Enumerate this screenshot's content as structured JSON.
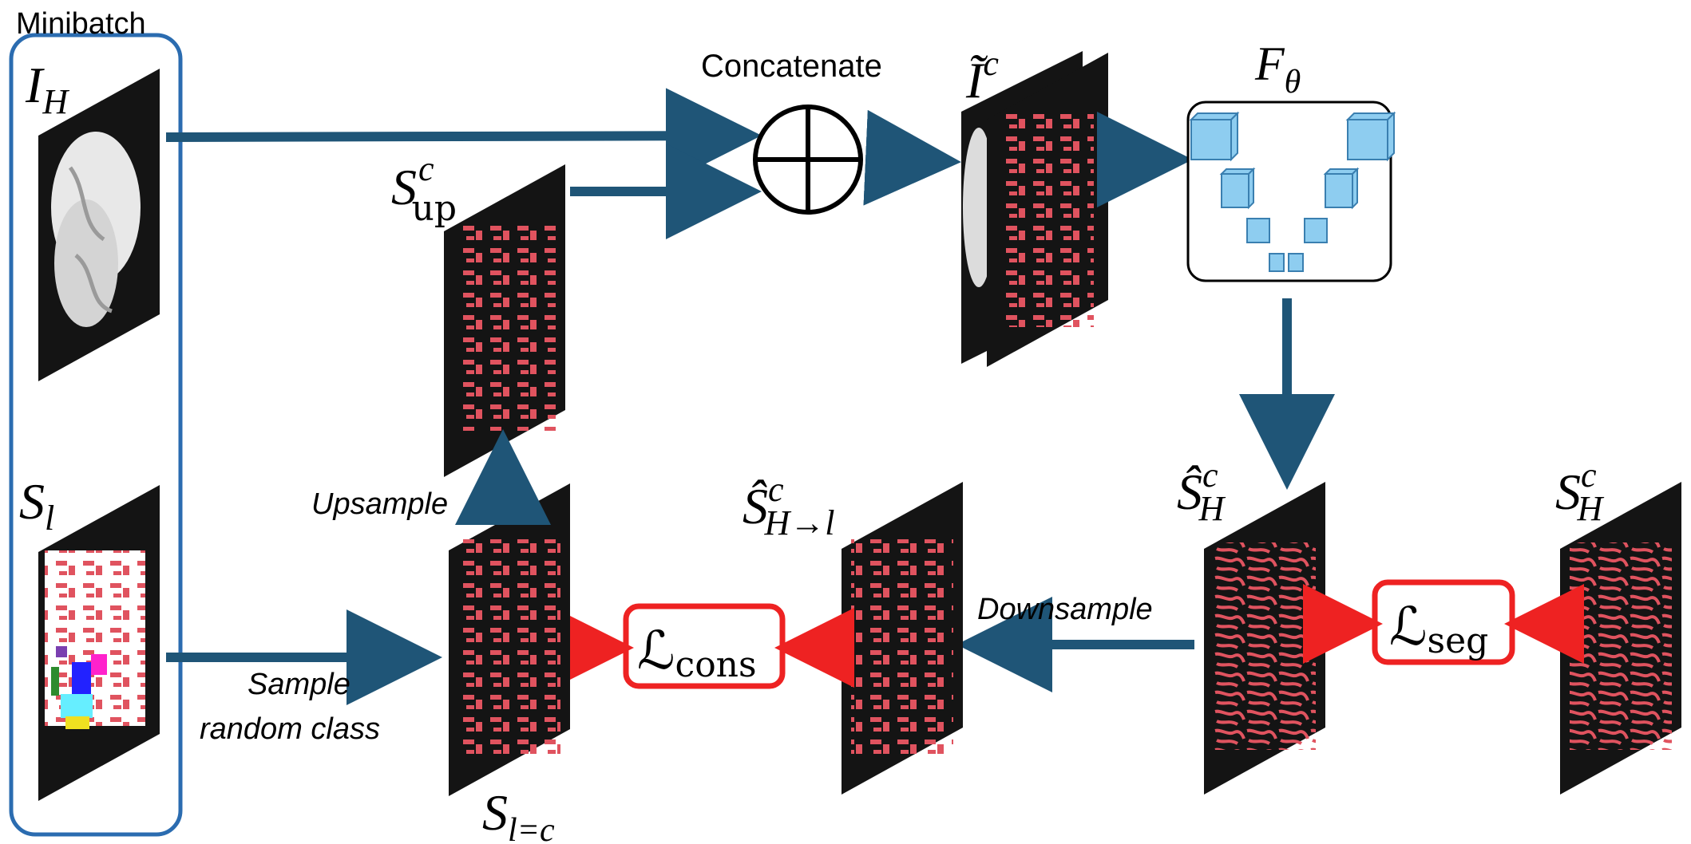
{
  "labels": {
    "minibatch": "Minibatch",
    "concatenate": "Concatenate",
    "upsample": "Upsample",
    "sample_line1": "Sample",
    "sample_line2": "random class",
    "downsample": "Downsample",
    "loss_cons": "ℒ",
    "loss_cons_sub": "cons",
    "loss_seg": "ℒ",
    "loss_seg_sub": "seg"
  },
  "math": {
    "I_H": {
      "base": "I",
      "sub": "H"
    },
    "S_l": {
      "base": "S",
      "sub": "l"
    },
    "S_up_c": {
      "base": "S",
      "sup": "c",
      "sub": "up"
    },
    "I_tilde_c": {
      "base": "Ĩ",
      "sup": "c"
    },
    "F_theta": {
      "base": "F",
      "sub": "θ"
    },
    "S_l_eq_c": {
      "base": "S",
      "sub": "l=c"
    },
    "S_hat_H_to_l": {
      "base": "Ŝ",
      "sup": "c",
      "sub": "H→l"
    },
    "S_hat_H": {
      "base": "Ŝ",
      "sup": "c",
      "sub": "H"
    },
    "S_H": {
      "base": "S",
      "sup": "c",
      "sub": "H"
    }
  },
  "colors": {
    "arrow_blue": "#1f5577",
    "loss_red": "#ee2222",
    "minibatch_border": "#2b6cb0",
    "mask_red": "#e0535f",
    "cube_fill": "#8ecdf0",
    "slice_bg": "#141414"
  }
}
